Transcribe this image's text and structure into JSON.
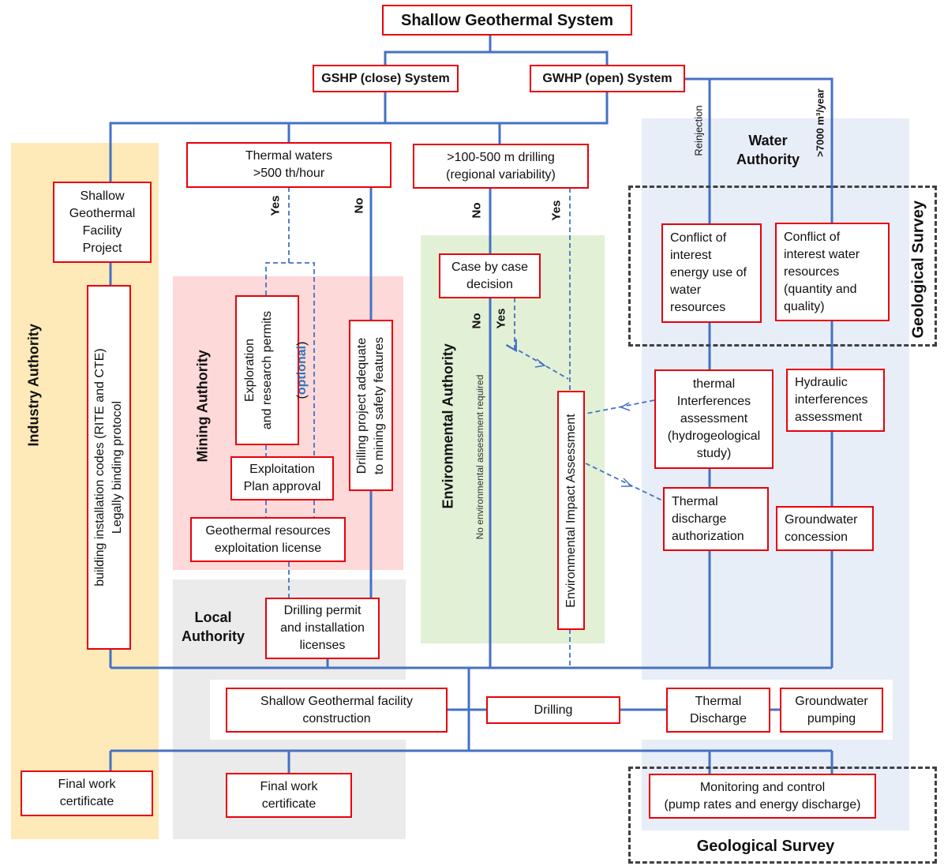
{
  "diagram": {
    "title": "Shallow Geothermal System",
    "systems": {
      "gshp": "GSHP (close)  System",
      "gwhp": "GWHP (open) System"
    },
    "authorities": {
      "industry": "Industry  Authority",
      "mining": "Mining  Authority",
      "local": "Local\nAuthority",
      "environmental": "Environmental  Authority",
      "water": "Water\nAuthority",
      "geological_survey_top": "Geological Survey",
      "geological_survey_bottom": "Geological Survey"
    },
    "branch_labels": {
      "yes": "Yes",
      "no": "No",
      "reinjection": "Reinjection",
      "volume_threshold": ">7000 m³/year",
      "no_env_assessment": "No environmental assessment required"
    },
    "boxes": {
      "facility_project": "Shallow\nGeothermal\nFacility\nProject",
      "building_codes": "building installation codes (RITE and CTE)\nLegally binding protocol",
      "thermal_waters": "Thermal waters\n>500 th/hour",
      "drilling_depth": ">100-500 m drilling\n(regional variability)",
      "exploration_permits_line1": "Exploration\nand research permits",
      "exploration_permits_open": "(",
      "exploration_permits_optional": "optional",
      "exploration_permits_close": ")",
      "drilling_project_safety": "Drilling project adequate\nto mining safety features",
      "exploitation_plan": "Exploitation\nPlan approval",
      "exploitation_license": "Geothermal resources\nexploitation license",
      "drilling_permit": "Drilling permit\nand installation\nlicenses",
      "case_by_case": "Case by case\ndecision",
      "eia": "Environmental Impact Assessment",
      "conflict_energy": "Conflict of\ninterest\nenergy use of\nwater\nresources",
      "conflict_water": "Conflict of\ninterest water\nresources\n(quantity and\nquality)",
      "thermal_interferences": "thermal\nInterferences\nassessment\n(hydrogeological\nstudy)",
      "hydraulic_interferences": "Hydraulic\ninterferences\nassessment",
      "thermal_discharge_auth": "Thermal\ndischarge\nauthorization",
      "groundwater_concession": "Groundwater\nconcession",
      "facility_construction": "Shallow Geothermal facility\nconstruction",
      "drilling": "Drilling",
      "thermal_discharge": "Thermal\nDischarge",
      "groundwater_pumping": "Groundwater\npumping",
      "final_cert_industry": "Final work\ncertificate",
      "final_cert_local": "Final work\ncertificate",
      "monitoring": "Monitoring and control\n(pump rates and energy discharge)"
    },
    "colors": {
      "box_border": "#e8000b",
      "connector": "#4472c4",
      "industry_zone": "#fdeab8",
      "mining_zone": "#fdd9d9",
      "local_zone": "#ebebeb",
      "environmental_zone": "#e2f0d6",
      "water_zone": "#e8eef8",
      "geological_dashed": "#404040",
      "optional_text": "#2e75b6"
    }
  }
}
